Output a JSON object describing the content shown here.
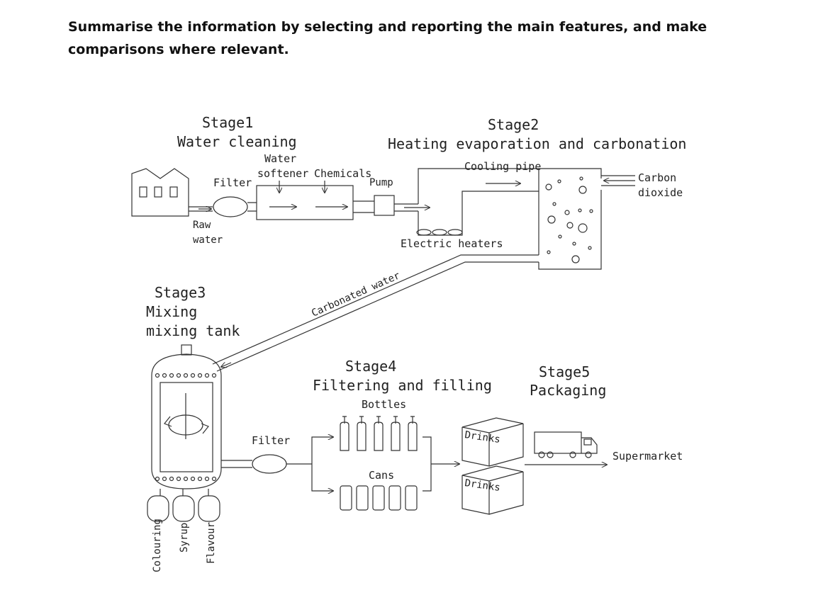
{
  "prompt": "Summarise the information by selecting and reporting the main features, and make comparisons where relevant.",
  "stage1": {
    "title": "Stage1",
    "subtitle": "Water cleaning"
  },
  "stage2": {
    "title": "Stage2",
    "subtitle": "Heating evaporation and carbonation"
  },
  "stage3": {
    "title": "Stage3",
    "subtitle": "Mixing",
    "sub2": "mixing tank"
  },
  "stage4": {
    "title": "Stage4",
    "subtitle": "Filtering and filling"
  },
  "stage5": {
    "title": "Stage5",
    "subtitle": "Packaging"
  },
  "labels": {
    "filter1": "Filter",
    "raw_water_1": "Raw",
    "raw_water_2": "water",
    "water_softener_1": "Water",
    "water_softener_2": "softener",
    "chemicals": "Chemicals",
    "pump": "Pump",
    "cooling_pipe": "Cooling pipe",
    "electric_heaters": "Electric heaters",
    "carbon_1": "Carbon",
    "carbon_2": "dioxide",
    "carbonated_water": "Carbonated water",
    "filter2": "Filter",
    "bottles": "Bottles",
    "cans": "Cans",
    "drinks_1": "Drinks",
    "drinks_2": "Drinks",
    "supermarket": "Supermarket",
    "colouring": "Colouring",
    "syrup": "Syrup",
    "flavour": "Flavour"
  }
}
